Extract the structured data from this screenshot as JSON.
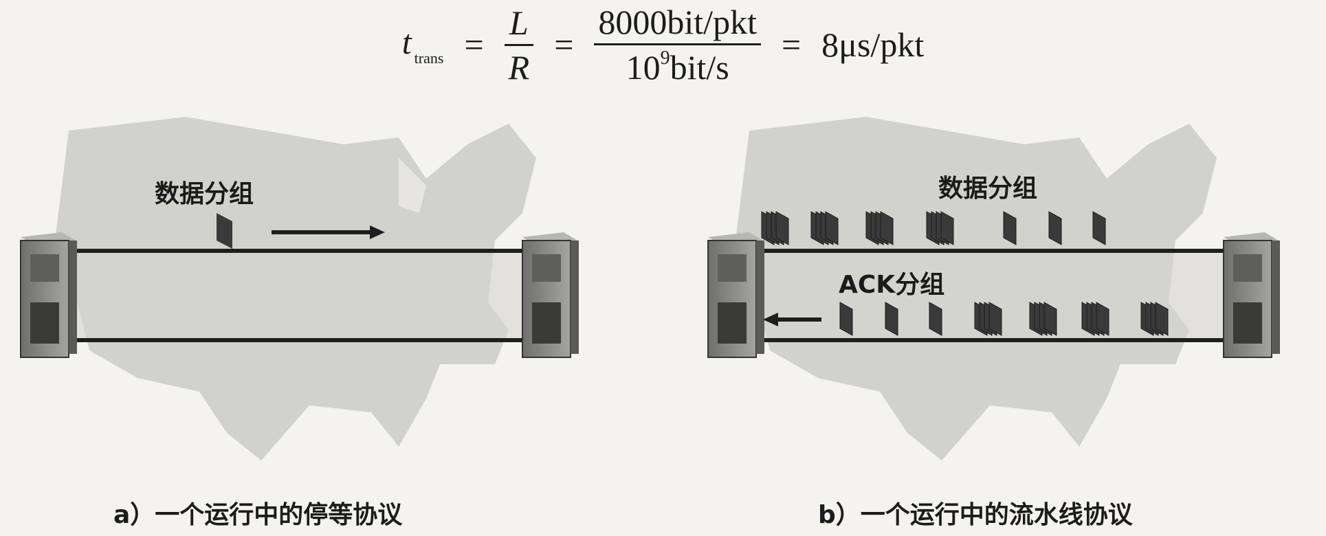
{
  "formula": {
    "lhs_symbol": "t",
    "lhs_subscript": "trans",
    "eq1": "=",
    "frac1_num": "L",
    "frac1_den": "R",
    "eq2": "=",
    "frac2_num": "8000bit/pkt",
    "frac2_den_base": "10",
    "frac2_den_exp": "9",
    "frac2_den_unit": "bit/s",
    "eq3": "=",
    "result": "8μs/pkt"
  },
  "panel_a": {
    "data_label": "数据分组",
    "caption": "a）一个运行中的停等协议"
  },
  "panel_b": {
    "data_label": "数据分组",
    "ack_label": "ACK分组",
    "caption": "b）一个运行中的流水线协议"
  },
  "colors": {
    "map": "#cbcbc6",
    "link": "#1e1e1e",
    "server": "#8a8a86",
    "packet": "#3a3a3a"
  }
}
